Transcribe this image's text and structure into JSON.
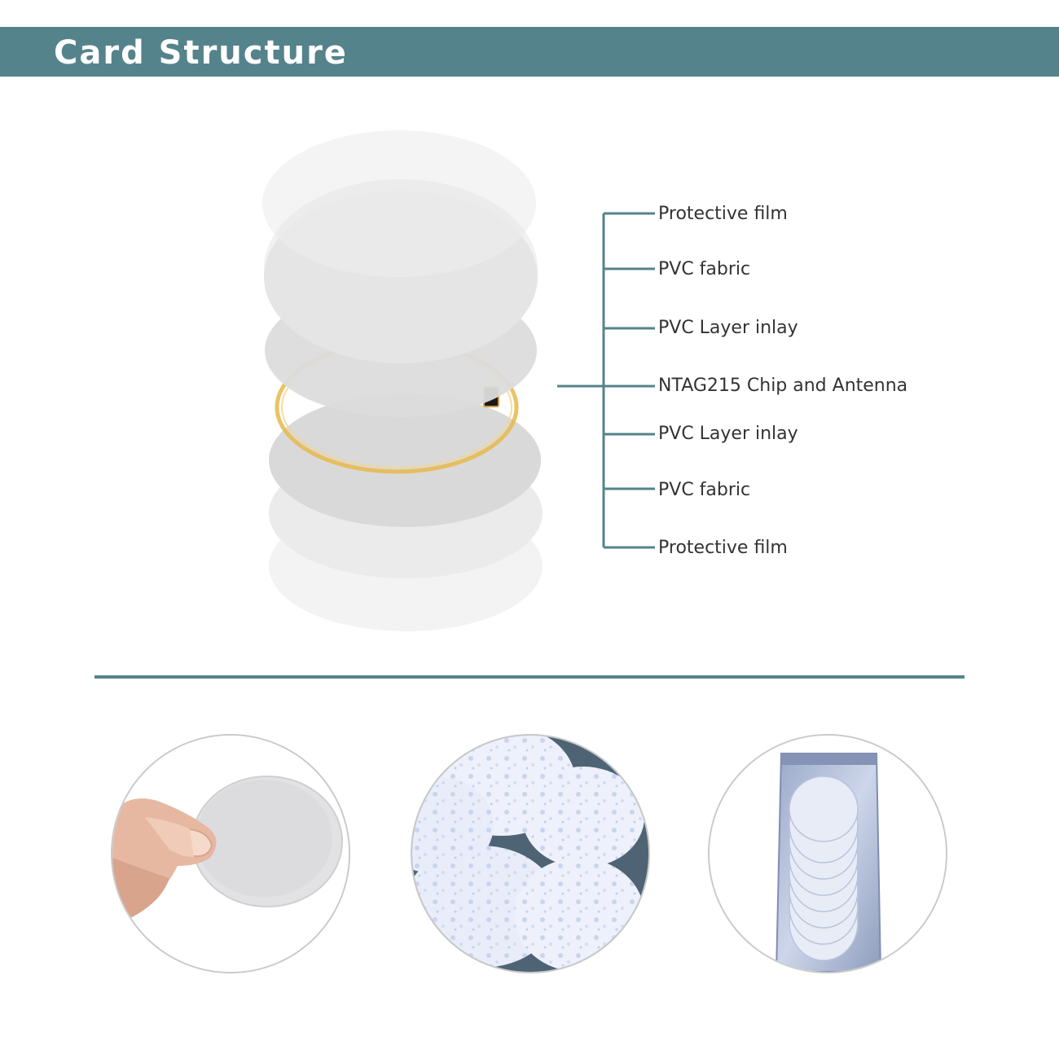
{
  "header": {
    "title": "Card Structure",
    "bar_color": "#55838b"
  },
  "layers": [
    {
      "label": "Protective film"
    },
    {
      "label": "PVC fabric"
    },
    {
      "label": "PVC Layer inlay"
    },
    {
      "label": "NTAG215 Chip and Antenna"
    },
    {
      "label": "PVC Layer inlay"
    },
    {
      "label": "PVC fabric"
    },
    {
      "label": "Protective film"
    }
  ],
  "colors": {
    "accent": "#55838b",
    "antenna": "#e8b84a",
    "label_text": "#333333"
  },
  "photos": [
    {
      "icon": "hand-holding-tag-photo"
    },
    {
      "icon": "waterproof-tags-photo"
    },
    {
      "icon": "tags-in-bag-photo"
    }
  ]
}
